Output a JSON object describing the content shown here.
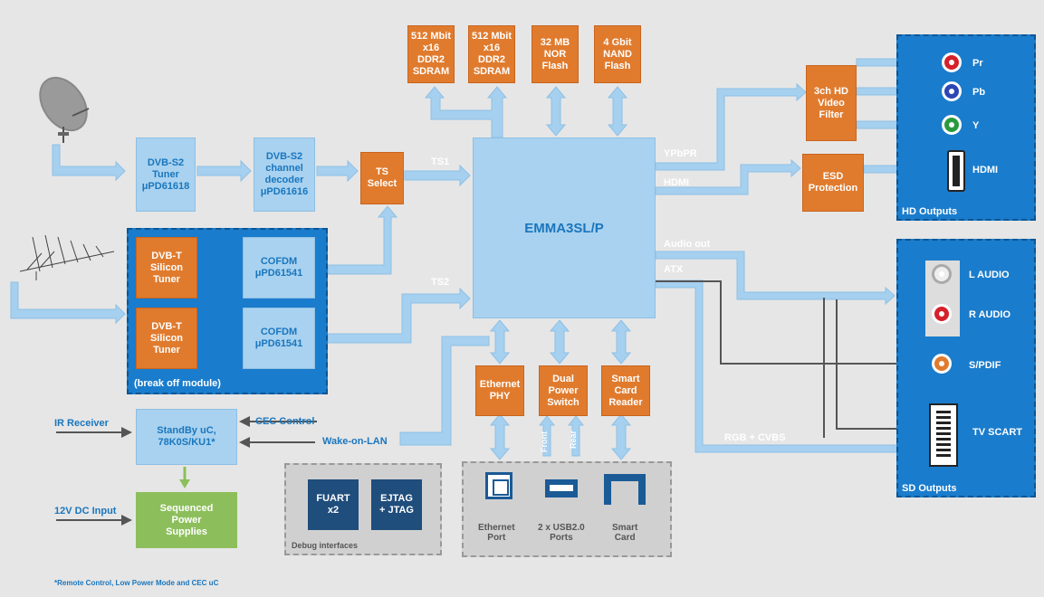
{
  "chips": {
    "ddr2_a": "512 Mbit\nx16\nDDR2\nSDRAM",
    "ddr2_b": "512 Mbit\nx16\nDDR2\nSDRAM",
    "nor_flash": "32 MB\nNOR\nFlash",
    "nand_flash": "4 Gbit\nNAND\nFlash",
    "video_filter": "3ch HD\nVideo\nFilter",
    "esd": "ESD\nProtection",
    "ts_select": "TS\nSelect",
    "dvbs2_tuner": "DVB-S2\nTuner\nμPD61618",
    "dvbs2_decoder": "DVB-S2\nchannel\ndecoder\nμPD61616",
    "dvbt_tuner_a": "DVB-T\nSilicon\nTuner",
    "dvbt_tuner_b": "DVB-T\nSilicon\nTuner",
    "cofdm_a": "COFDM\nμPD61541",
    "cofdm_b": "COFDM\nμPD61541",
    "emma": "EMMA3SL/P",
    "ethernet_phy": "Ethernet\nPHY",
    "dual_power": "Dual\nPower\nSwitch",
    "smartcard_reader": "Smart\nCard\nReader",
    "standby": "StandBy uC,\n78K0S/KU1*",
    "power_supplies": "Sequenced\nPower\nSupplies",
    "fuart": "FUART\nx2",
    "ejtag": "EJTAG\n+ JTAG"
  },
  "labels": {
    "ts1": "TS1",
    "ts2": "TS2",
    "ypbpr": "YPbPR",
    "hdmi_bus": "HDMI",
    "audio_out": "Audio out",
    "atx": "ATX",
    "rgb_cvbs": "RGB + CVBS",
    "break_off": "(break off module)",
    "ir_receiver": "IR Receiver",
    "cec_control": "CEC Control",
    "wake_on_lan": "Wake-on-LAN",
    "dc_input": "12V DC Input",
    "debug_interfaces": "Debug interfaces",
    "front": "Front",
    "rear": "Rear",
    "ethernet_port": "Ethernet\nPort",
    "usb_ports": "2 x USB2.0\nPorts",
    "smart_card": "Smart\nCard",
    "footnote": "*Remote Control, Low Power Mode and CEC uC"
  },
  "hd_outputs": {
    "title": "HD Outputs",
    "pr": "Pr",
    "pb": "Pb",
    "y": "Y",
    "hdmi": "HDMI"
  },
  "sd_outputs": {
    "title": "SD Outputs",
    "l_audio": "L AUDIO",
    "r_audio": "R AUDIO",
    "spdif": "S/PDIF",
    "tv_scart": "TV SCART"
  },
  "colors": {
    "chip_orange": "#e07b2e",
    "chip_lightblue": "#a8d2f0",
    "panel_blue": "#1a7ccc",
    "power_green": "#8cbf5c",
    "debug_navy": "#1f4d7c",
    "pr_red": "#d6202a",
    "pb_blue": "#2d46b4",
    "y_green": "#2a9a3e"
  }
}
